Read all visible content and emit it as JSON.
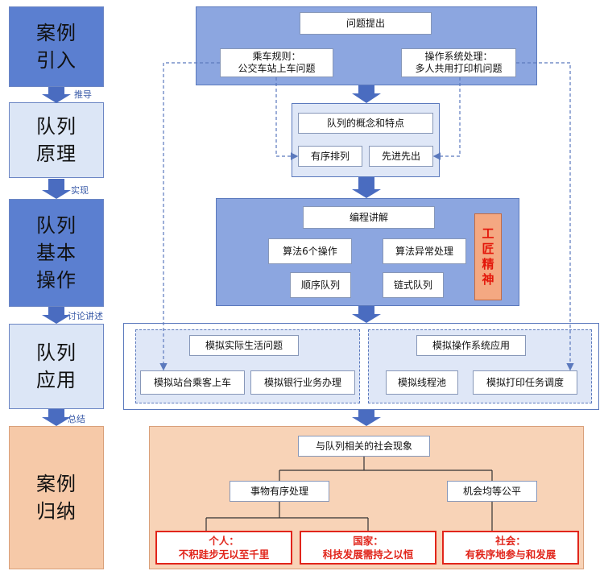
{
  "stages": [
    {
      "id": "case-intro",
      "label": "案例\n引入"
    },
    {
      "id": "queue-principle",
      "label": "队列\n原理"
    },
    {
      "id": "queue-basic-ops",
      "label": "队列\n基本\n操作"
    },
    {
      "id": "queue-application",
      "label": "队列\n应用"
    },
    {
      "id": "case-summary",
      "label": "案例\n归纳"
    }
  ],
  "transitions": [
    "推导",
    "实现",
    "讨论讲述",
    "总结"
  ],
  "problem": {
    "title": "问题提出",
    "left": "乘车规则：\n公交车站上车问题",
    "right": "操作系统处理：\n多人共用打印机问题"
  },
  "concept": {
    "title": "队列的概念和特点",
    "items": [
      "有序排列",
      "先进先出"
    ]
  },
  "programming": {
    "title": "编程讲解",
    "items": [
      "算法6个操作",
      "算法异常处理",
      "顺序队列",
      "链式队列"
    ],
    "craftsman": "工\n匠\n精\n神"
  },
  "application": {
    "left_title": "模拟实际生活问题",
    "left_items": [
      "模拟站台乘客上车",
      "模拟银行业务办理"
    ],
    "right_title": "模拟操作系统应用",
    "right_items": [
      "模拟线程池",
      "模拟打印任务调度"
    ]
  },
  "summary": {
    "title": "与队列相关的社会现象",
    "branches": [
      "事物有序处理",
      "机会均等公平"
    ],
    "slogans": [
      "个人：\n不积跬步无以至千里",
      "国家：\n科技发展需持之以恒",
      "社会：\n有秩序地参与和发展"
    ]
  }
}
